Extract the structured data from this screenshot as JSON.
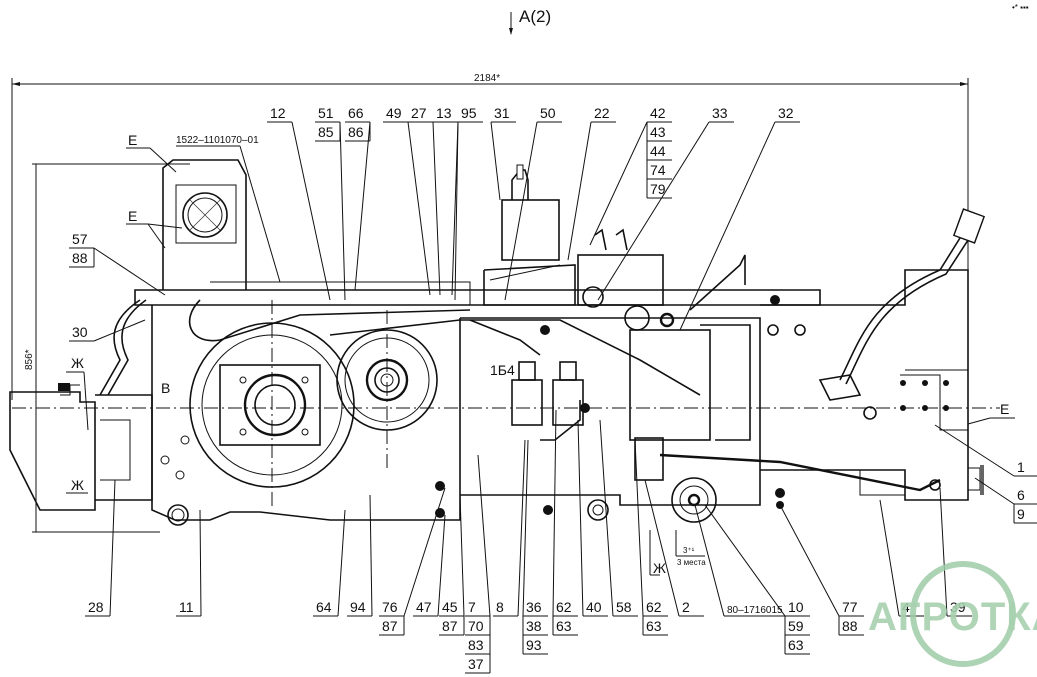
{
  "drawing": {
    "view_label": "A(2)",
    "corner_mark": "•* ▪▪▪",
    "dimensions": {
      "overall_length": "2184*",
      "height": "856*"
    },
    "part_number_labels": [
      "1522–1101070–01",
      "80–1716015"
    ],
    "fit_note": {
      "numerator": "3⁺¹",
      "denominator": "3 места"
    },
    "section_marks": [
      "E",
      "E",
      "E",
      "Ж",
      "Ж",
      "Ж"
    ],
    "internal_marks": [
      "1Б4",
      "В"
    ],
    "callouts_top": [
      {
        "stack": [
          "12"
        ]
      },
      {
        "stack": [
          "51",
          "85"
        ]
      },
      {
        "stack": [
          "66",
          "86"
        ]
      },
      {
        "stack": [
          "49"
        ]
      },
      {
        "stack": [
          "27"
        ]
      },
      {
        "stack": [
          "13"
        ]
      },
      {
        "stack": [
          "95"
        ]
      },
      {
        "stack": [
          "31"
        ]
      },
      {
        "stack": [
          "50"
        ]
      },
      {
        "stack": [
          "22"
        ]
      },
      {
        "stack": [
          "42",
          "43",
          "44",
          "74",
          "79"
        ]
      },
      {
        "stack": [
          "33"
        ]
      },
      {
        "stack": [
          "32"
        ]
      }
    ],
    "callouts_left": [
      {
        "stack": [
          "57",
          "88"
        ]
      },
      {
        "stack": [
          "30"
        ]
      }
    ],
    "callouts_right": [
      {
        "stack": [
          "1"
        ]
      },
      {
        "stack": [
          "6",
          "9"
        ]
      }
    ],
    "callouts_bottom": [
      {
        "stack": [
          "28"
        ]
      },
      {
        "stack": [
          "11"
        ]
      },
      {
        "stack": [
          "64"
        ]
      },
      {
        "stack": [
          "94"
        ]
      },
      {
        "stack": [
          "76",
          "87"
        ]
      },
      {
        "stack": [
          "47"
        ]
      },
      {
        "stack": [
          "45",
          "87"
        ]
      },
      {
        "stack": [
          "7",
          "70",
          "83",
          "37"
        ]
      },
      {
        "stack": [
          "8"
        ]
      },
      {
        "stack": [
          "36",
          "38",
          "93"
        ]
      },
      {
        "stack": [
          "62",
          "63"
        ]
      },
      {
        "stack": [
          "40"
        ]
      },
      {
        "stack": [
          "58"
        ]
      },
      {
        "stack": [
          "62",
          "63"
        ]
      },
      {
        "stack": [
          "2"
        ]
      },
      {
        "stack": [
          "10",
          "59",
          "63"
        ]
      },
      {
        "stack": [
          "77",
          "88"
        ]
      },
      {
        "stack": [
          "4"
        ]
      },
      {
        "stack": [
          "39"
        ]
      }
    ],
    "watermark": {
      "text": "АГРОТКА",
      "color": "#9fcba8"
    }
  }
}
